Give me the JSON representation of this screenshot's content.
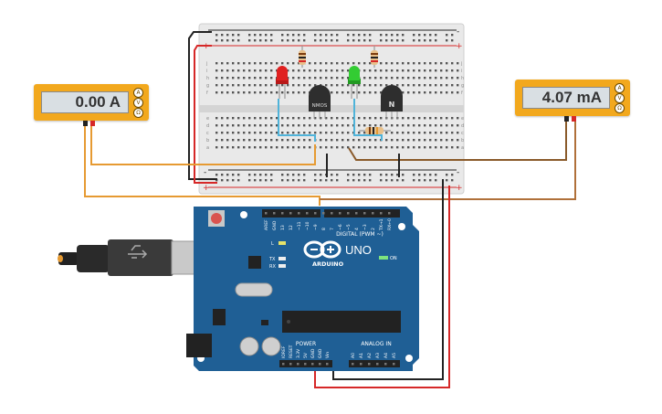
{
  "meters": {
    "left": {
      "reading": "0.00 A"
    },
    "right": {
      "reading": "4.07 mA"
    }
  },
  "meter_knob_labels": [
    "A",
    "V",
    "Ω"
  ],
  "transistors": {
    "left": {
      "label": "NMOS"
    },
    "right": {
      "label": "N"
    }
  },
  "breadboard": {
    "rail_plus": "+",
    "rail_minus": "-",
    "row_letters_top": [
      "j",
      "i",
      "h",
      "g",
      "f"
    ],
    "row_letters_bottom": [
      "e",
      "d",
      "c",
      "b",
      "a"
    ]
  },
  "arduino": {
    "model": "UNO",
    "brand": "ARDUINO",
    "digital_header": "DIGITAL (PWM ~)",
    "power_header": "POWER",
    "analog_header": "ANALOG IN",
    "on_label": "ON",
    "tx_label": "TX",
    "rx_label": "RX",
    "l_label": "L",
    "digital_pins": [
      "AREF",
      "GND",
      "13",
      "12",
      "~11",
      "~10",
      "~9",
      "8",
      "7",
      "~6",
      "~5",
      "4",
      "~3",
      "2",
      "TX→1",
      "RX←0"
    ],
    "power_pins": [
      "IOREF",
      "RESET",
      "3.3V",
      "5V",
      "GND",
      "GND",
      "Vin"
    ],
    "analog_pins": [
      "A0",
      "A1",
      "A2",
      "A3",
      "A4",
      "A5"
    ]
  },
  "colors": {
    "meter_body": "#f2a81d",
    "board": "#1f5f95",
    "wire_orange": "#e69a32",
    "wire_brown": "#8a5a2a",
    "wire_black": "#222222",
    "wire_red": "#d62828",
    "wire_blue": "#4fb3d9",
    "led_red": "#e02020",
    "led_green": "#33cc33"
  }
}
